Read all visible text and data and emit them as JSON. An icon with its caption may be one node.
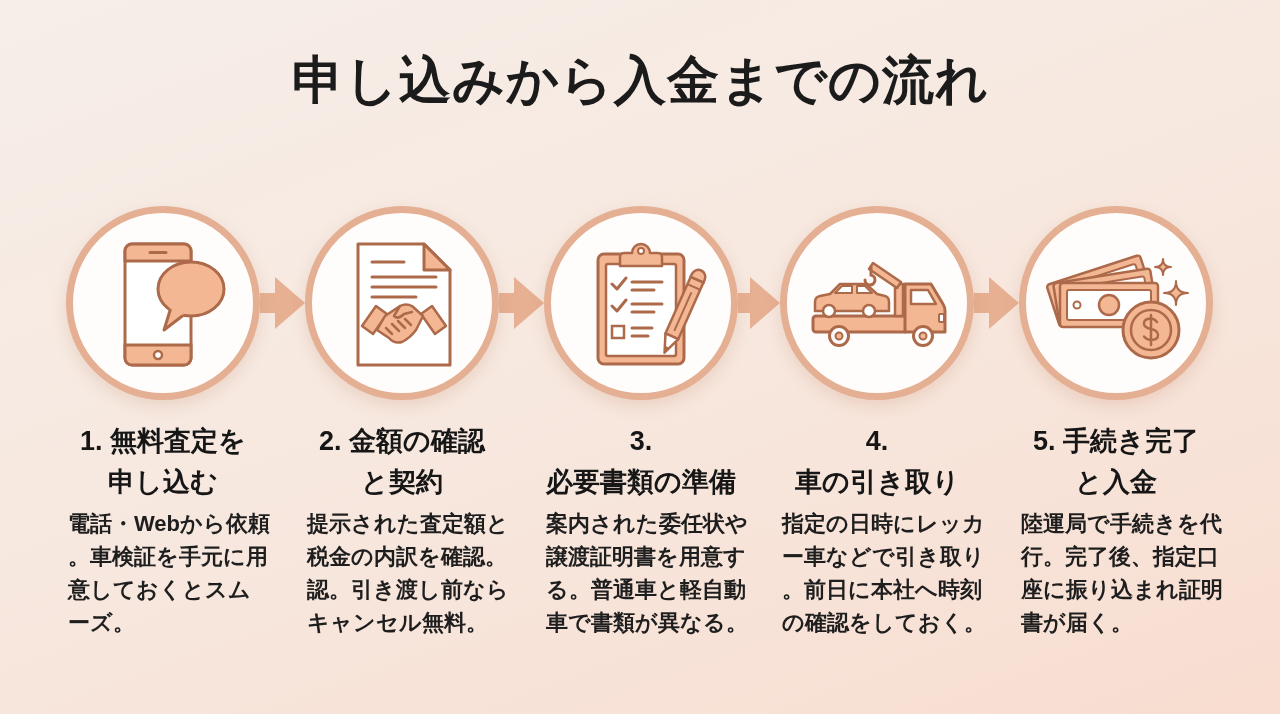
{
  "diagram": {
    "title": "申し込みから入金までの流れ",
    "nodes": [
      {
        "text": [
          "1. 無料査定を申し込む",
          "電話・Webから依頼。車検証を手元に用意しておくとスムーズ。"
        ]
      },
      {
        "text": [
          "2. 金額の確認と契約",
          "提示された査定額と税金の内訳を確認。認。引き渡し前ならキャンセル無料。"
        ]
      },
      {
        "text": [
          "3. 必要書類の準備",
          "案内された委任状や譲渡証明書を用意する。普通車と軽自動車で書類が異なる。"
        ]
      },
      {
        "text": [
          "4. 車の引き取り",
          "指定の日時にレッカー車などで引き取り。前日に本社へ時刻の確認をしておく。"
        ]
      },
      {
        "text": [
          "5. 手続き完了と入金",
          "陸運局で手続きを代行。完了後、指定口座に振り込まれ証明書が届く。"
        ]
      }
    ],
    "edges": [
      {
        "from": 0,
        "to": 1,
        "arrow": "to"
      },
      {
        "from": 1,
        "to": 2,
        "arrow": "to"
      },
      {
        "from": 2,
        "to": 3,
        "arrow": "to"
      },
      {
        "from": 3,
        "to": 4,
        "arrow": "to"
      }
    ]
  }
}
